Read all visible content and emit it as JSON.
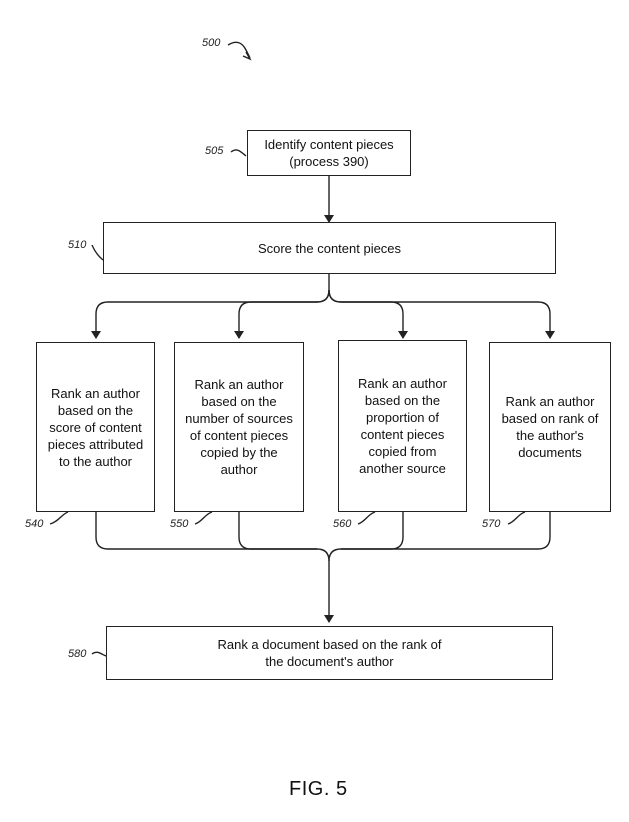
{
  "figure_ref": "500",
  "figure_label": "FIG. 5",
  "steps": {
    "identify": {
      "ref": "505",
      "label": "Identify content pieces (process 390)"
    },
    "score": {
      "ref": "510",
      "label": "Score the content pieces"
    },
    "rank_score": {
      "ref": "540",
      "label": "Rank an author based on the score of content pieces attributed to the author"
    },
    "rank_sources": {
      "ref": "550",
      "label": "Rank an author based on the number of sources of content pieces copied by the author"
    },
    "rank_proportion": {
      "ref": "560",
      "label": "Rank an author based on the proportion of content pieces copied from another source"
    },
    "rank_documents": {
      "ref": "570",
      "label": "Rank an author based on rank of the author's documents"
    },
    "rank_document": {
      "ref": "580",
      "label": "Rank a document based on the rank of the document's author"
    }
  }
}
